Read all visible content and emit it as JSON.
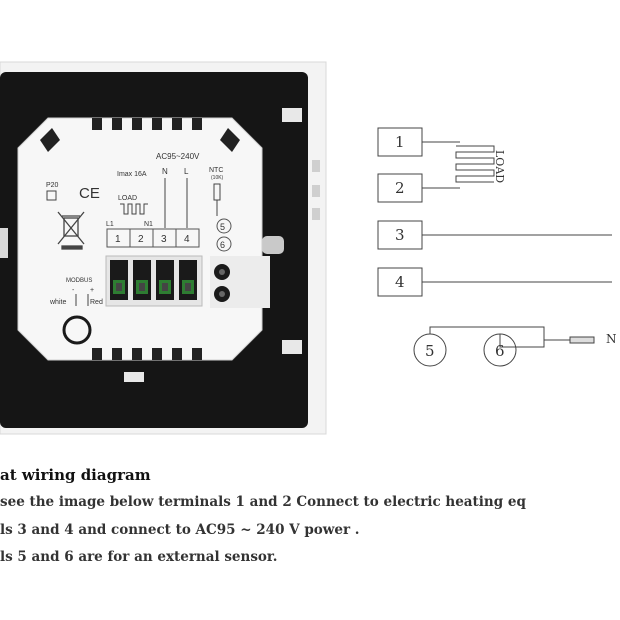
{
  "photo": {
    "rating_label": "AC95~240V",
    "imax_label": "Imax 16A",
    "n_label": "N",
    "l_label": "L",
    "ntc_label": "NTC",
    "ntc_sub": "(10K)",
    "ip_label": "P20",
    "ce_mark": "CE",
    "load_label": "LOAD",
    "l1_label": "L1",
    "n1_label": "N1",
    "terminals": [
      "1",
      "2",
      "3",
      "4"
    ],
    "sensor_terminals": [
      "5",
      "6"
    ],
    "modbus_label": "MODBUS",
    "white_label": "white",
    "red_label": "Red",
    "minus_sign": "-",
    "plus_sign": "+"
  },
  "diagram": {
    "t1": "1",
    "t2": "2",
    "t3": "3",
    "t4": "4",
    "t5": "5",
    "t6": "6",
    "load_label": "LOAD",
    "ntc_partial": "N"
  },
  "caption": {
    "title": "at wiring diagram",
    "line1": "see the image below terminals 1 and 2 Connect to electric heating eq",
    "line2": "ls 3 and 4 and connect to AC95 ~ 240 V power .",
    "line3": "ls 5 and 6 are for an external sensor."
  }
}
